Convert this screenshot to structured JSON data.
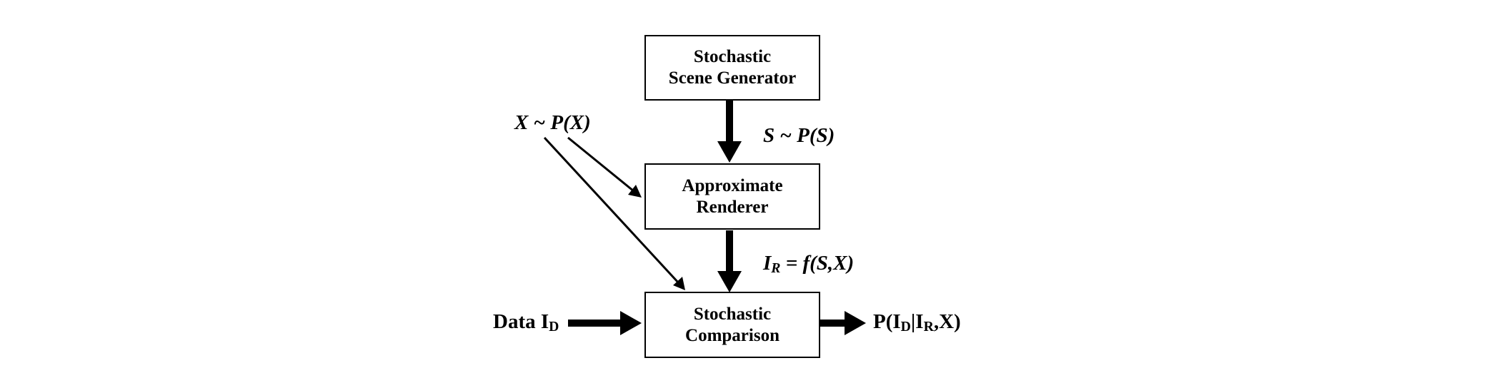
{
  "boxes": {
    "generator": {
      "line1": "Stochastic",
      "line2": "Scene Generator"
    },
    "renderer": {
      "line1": "Approximate",
      "line2": "Renderer"
    },
    "comparison": {
      "line1": "Stochastic",
      "line2": "Comparison"
    }
  },
  "labels": {
    "prior_x": "X ~ P(X)",
    "prior_s": "S ~ P(S)",
    "render_I": "I",
    "render_sub": "R",
    "render_rest": " = f(S,X)",
    "data_text": "Data I",
    "data_sub": "D",
    "out_p": "P(I",
    "out_sub1": "D",
    "out_bar": "|I",
    "out_sub2": "R",
    "out_rest": ",X)"
  }
}
